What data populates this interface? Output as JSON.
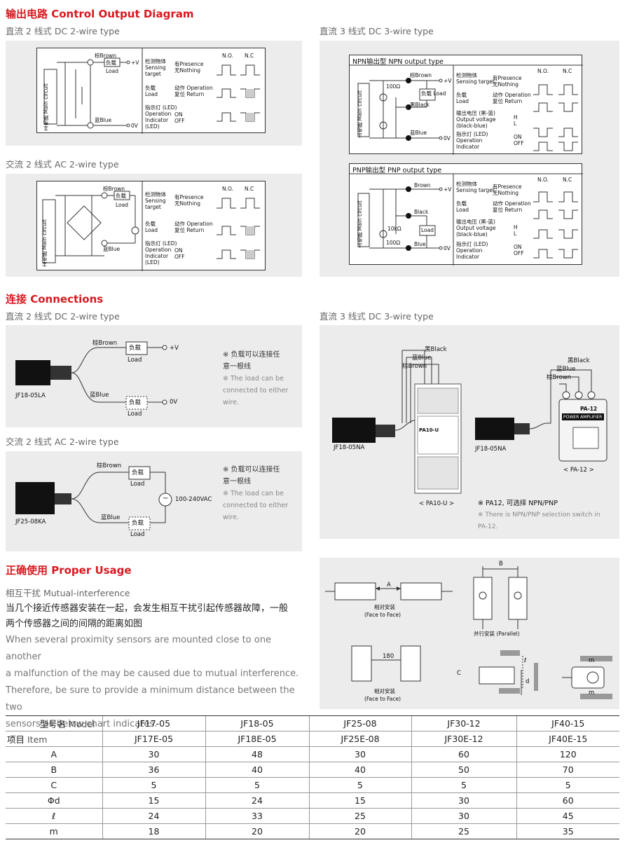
{
  "section1": {
    "title": "输出电路 Control Output Diagram",
    "dc2": {
      "subtitle": "直流 2 线式 DC 2-wire type",
      "main_circuit_zh": "主电路",
      "main_circuit_en": "Main circuit",
      "brown": "棕Brown",
      "blue": "蓝Blue",
      "load_zh": "负载",
      "load_en": "Load",
      "plus_v": "+V",
      "zero_v": "0V",
      "no": "N.O.",
      "nc": "N.C",
      "rows": [
        {
          "label_zh": "检测物体",
          "label_en": "Sensing",
          "label_en2": "target",
          "s1": "有Presence",
          "s2": "无Nothing"
        },
        {
          "label_zh": "负载",
          "label_en": "Load",
          "label_en2": "",
          "s1": "动作 Operation",
          "s2": "复位 Return"
        },
        {
          "label_zh": "指示灯 (LED)",
          "label_en": "Operation",
          "label_en2": "Indicator",
          "label_en3": "(LED)",
          "s1": "ON",
          "s2": "OFF"
        }
      ]
    },
    "ac2": {
      "subtitle": "交流 2 线式 AC 2-wire type"
    },
    "dc3": {
      "subtitle": "直流 3 线式 DC 3-wire type",
      "npn_title": "NPN输出型 NPN output type",
      "pnp_title": "PNP输出型 PNP output type",
      "black": "黑Black",
      "black_en": "Black",
      "r100": "100Ω",
      "r10k": "10kΩ",
      "out_zh": "输出电压 (黑-蓝)",
      "out_en": "Output voltage",
      "out_en2": "(black-blue)",
      "h": "H",
      "l": "L",
      "sensing_target": "Sensing target",
      "brown_en": "Brown",
      "blue_en": "Blue"
    }
  },
  "section2": {
    "title": "连接 Connections",
    "dc2_subtitle": "直流 2 线式 DC 2-wire type",
    "ac2_subtitle": "交流 2 线式 AC 2-wire type",
    "dc3_subtitle": "直流 3 线式 DC 3-wire type",
    "dc2_model": "JF18-05LA",
    "ac2_model": "JF25-08KA",
    "ac_source": "100-240VAC",
    "note_zh1": "※ 负载可以连接任",
    "note_zh2": "意一根线",
    "note_en1": "※ The load can be",
    "note_en2": "connected to either",
    "note_en3": "wire.",
    "dc3_model_a": "JF18-05NA",
    "dc3_model_b": "JF18-05NA",
    "pa10": "< PA10-U >",
    "pa12": "< PA-12 >",
    "pa12_name": "PA-12",
    "pa12_sub": "POWER AMPLIFIER",
    "pa10_name": "PA10-U",
    "pa_note_zh": "※ PA12, 可选择 NPN/PNP",
    "pa_note_en1": "※ There is NPN/PNP selection switch in",
    "pa_note_en2": "PA-12."
  },
  "section3": {
    "title": "正确使用 Proper Usage",
    "subtitle": "相互干扰 Mutual-interference",
    "para_zh1": "当几个接近传感器安装在一起，会发生相互干扰引起传感器故障，一般",
    "para_zh2": "两个传感器之间的间隔的距离如图",
    "para_en1": "When several proximity sensors are mounted close to one another",
    "para_en2": "a malfunction of the may be caused due to mutual interference.",
    "para_en3": "Therefore, be sure to provide a minimum distance between the two",
    "para_en4": "sensors as below chart indicates.",
    "face_zh": "相对安装",
    "face_en": "(Face to Face)",
    "parallel": "并行安装 (Parallel)",
    "dim_a": "A",
    "dim_b": "B",
    "dim_c": "C",
    "dim_d": "d",
    "dim_l": "ℓ",
    "dim_m": "m",
    "dim_180": "180"
  },
  "table": {
    "model_label_zh": "型号名",
    "model_label_en": "Model",
    "item_label_zh": "项目",
    "item_label_en": "Item",
    "models": [
      "JF17-05",
      "JF18-05",
      "JF25-08",
      "JF30-12",
      "JF40-15"
    ],
    "models_e": [
      "JF17E-05",
      "JF18E-05",
      "JF25E-08",
      "JF30E-12",
      "JF40E-15"
    ],
    "rows": [
      {
        "item": "A",
        "values": [
          "30",
          "48",
          "30",
          "60",
          "120"
        ]
      },
      {
        "item": "B",
        "values": [
          "36",
          "40",
          "40",
          "50",
          "70"
        ]
      },
      {
        "item": "C",
        "values": [
          "5",
          "5",
          "5",
          "5",
          "5"
        ]
      },
      {
        "item": "Φd",
        "values": [
          "15",
          "24",
          "15",
          "30",
          "60"
        ]
      },
      {
        "item": "ℓ",
        "values": [
          "24",
          "33",
          "25",
          "30",
          "45"
        ]
      },
      {
        "item": "m",
        "values": [
          "18",
          "20",
          "20",
          "25",
          "35"
        ]
      }
    ]
  },
  "colors": {
    "accent": "#d71920",
    "panel": "#ececec"
  }
}
